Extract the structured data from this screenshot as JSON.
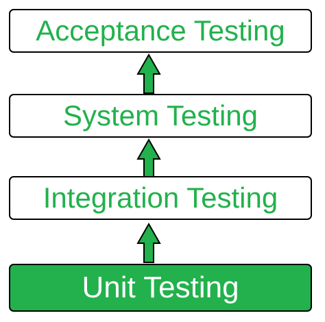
{
  "diagram": {
    "levels": [
      {
        "label": "Acceptance Testing",
        "filled": false
      },
      {
        "label": "System Testing",
        "filled": false
      },
      {
        "label": "Integration Testing",
        "filled": false
      },
      {
        "label": "Unit Testing",
        "filled": true
      }
    ]
  },
  "colors": {
    "accent": "#22b14c",
    "text_on_fill": "#ffffff",
    "border": "#000000",
    "arrow_outline": "#000000",
    "background": "#ffffff"
  }
}
